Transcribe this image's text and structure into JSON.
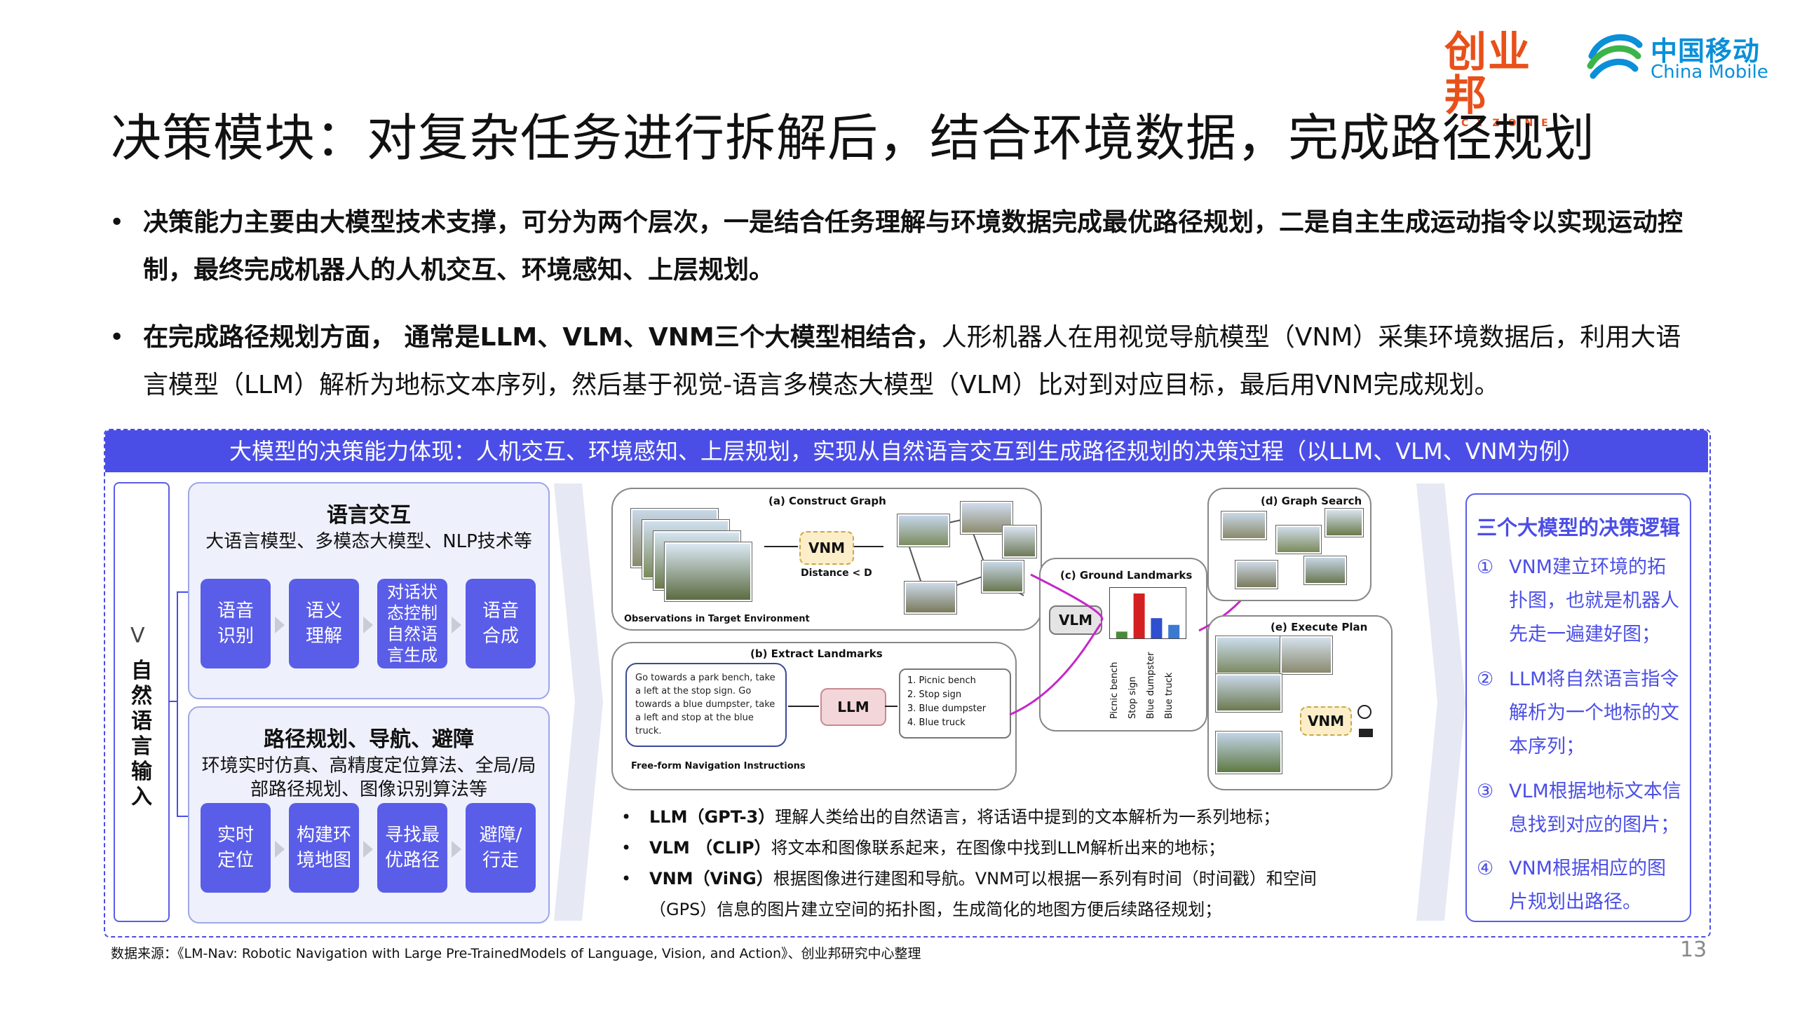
{
  "logos": {
    "cyzone_cn": "创业邦",
    "cyzone_en": "CYZONE",
    "chinamobile_cn": "中国移动",
    "chinamobile_en": "China Mobile"
  },
  "title": "决策模块：对复杂任务进行拆解后，结合环境数据，完成路径规划",
  "bullets": [
    {
      "bold": "决策能力主要由大模型技术支撑，可分为两个层次，一是结合任务理解与环境数据完成最优路径规划，二是自主生成运动指令以实现运动控制，最终完成机器人的人机交互、环境感知、上层规划。",
      "normal": ""
    },
    {
      "bold": "在完成路径规划方面， 通常是LLM、VLM、VNM三个大模型相结合，",
      "normal": "人形机器人在用视觉导航模型（VNM）采集环境数据后，利用大语言模型（LLM）解析为地标文本序列，然后基于视觉-语言多模态大模型（VLM）比对到对应目标，最后用VNM完成规划。"
    }
  ],
  "diagram": {
    "header": "大模型的决策能力体现：人机交互、环境感知、上层规划，实现从自然语言交互到生成路径规划的决策过程（以LLM、VLM、VNM为例）",
    "input_logo": "ᐯ",
    "input_label": "自然语言输入",
    "language_panel": {
      "title": "语言交互",
      "subtitle": "大语言模型、多模态大模型、NLP技术等",
      "steps": [
        "语音\n识别",
        "语义\n理解",
        "对话状\n态控制\n自然语\n言生成",
        "语音\n合成"
      ]
    },
    "planning_panel": {
      "title": "路径规划、导航、避障",
      "subtitle": "环境实时仿真、高精度定位算法、全局/局部路径规划、图像识别算法等",
      "steps": [
        "实时\n定位",
        "构建环\n境地图",
        "寻找最\n优路径",
        "避障/\n行走"
      ]
    },
    "figure": {
      "construct_graph": "(a)  Construct Graph",
      "observations": "Observations in Target Environment",
      "vnm": "VNM",
      "distance": "Distance < D",
      "extract_landmarks": "(b) Extract Landmarks",
      "instruction": "Go towards a park bench, take a left at the stop sign. Go towards a blue dumpster, take a left and stop at the blue truck.",
      "free_form": "Free-form Navigation Instructions",
      "llm": "LLM",
      "landmarks": [
        "1. Picnic bench",
        "2. Stop sign",
        "3. Blue dumpster",
        "4. Blue truck"
      ],
      "ground_landmarks": "(c) Ground Landmarks",
      "vlm": "VLM",
      "bar_labels": [
        "Picnic bench",
        "Stop sign",
        "Blue dumpster",
        "Blue truck"
      ],
      "bar_values": [
        0.15,
        1.0,
        0.45,
        0.3
      ],
      "bar_colors": [
        "#4a8a3a",
        "#d42020",
        "#2f4fd0",
        "#3a7ad0"
      ],
      "graph_search": "(d) Graph Search",
      "execute_plan": "(e) Execute Plan",
      "vnm2": "VNM"
    },
    "model_notes": [
      {
        "bold": "LLM（GPT-3）",
        "text": "理解人类给出的自然语言，将话语中提到的文本解析为一系列地标；"
      },
      {
        "bold": "VLM （CLIP）",
        "text": "将文本和图像联系起来，在图像中找到LLM解析出来的地标；"
      },
      {
        "bold": "VNM（ViNG）",
        "text": "根据图像进行建图和导航。VNM可以根据一系列有时间（时间戳）和空间（GPS）信息的图片建立空间的拓扑图，生成简化的地图方便后续路径规划；"
      }
    ],
    "logic": {
      "title": "三个大模型的决策逻辑",
      "items": [
        {
          "num": "①",
          "text": "VNM建立环境的拓扑图，也就是机器人先走一遍建好图；"
        },
        {
          "num": "②",
          "text": "LLM将自然语言指令解析为一个地标的文本序列；"
        },
        {
          "num": "③",
          "text": "VLM根据地标文本信息找到对应的图片；"
        },
        {
          "num": "④",
          "text": "VNM根据相应的图片规划出路径。"
        }
      ]
    }
  },
  "source": "数据来源：《LM-Nav: Robotic Navigation with Large Pre-TrainedModels of Language, Vision, and Action》、创业邦研究中心整理",
  "page_number": "13"
}
